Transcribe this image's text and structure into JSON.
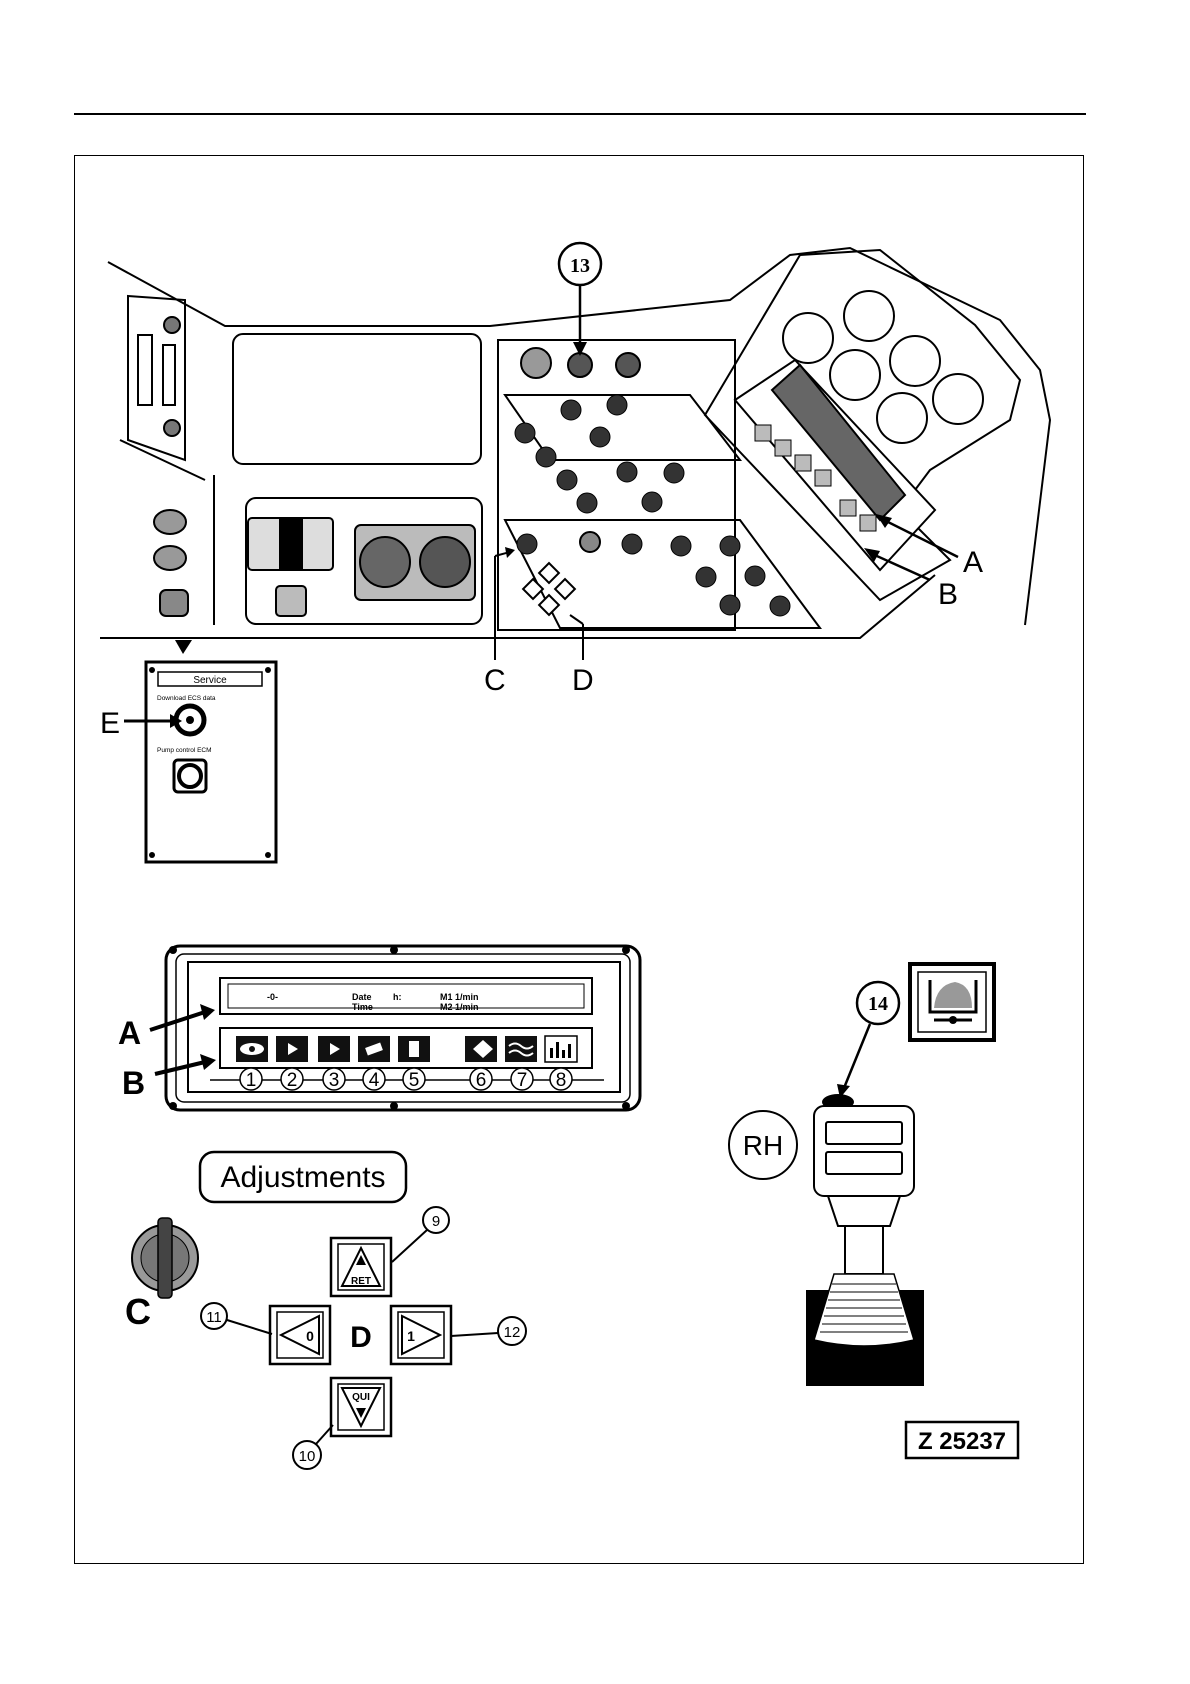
{
  "figure_id": "Z 25237",
  "callouts": {
    "n13": "13",
    "n14": "14",
    "A": "A",
    "B": "B",
    "C": "C",
    "D": "D",
    "E": "E"
  },
  "service_panel": {
    "title": "Service",
    "download_label": "Download ECS data",
    "pump_label": "Pump control ECM"
  },
  "display": {
    "line1_left": "-0-",
    "date_label": "Date",
    "time_label": "Time",
    "hours_label": "h:",
    "m1": "M1 1/min",
    "m2": "M2 1/min",
    "buttons": [
      "1",
      "2",
      "3",
      "4",
      "5",
      "6",
      "7",
      "8"
    ]
  },
  "adjustments": {
    "title": "Adjustments",
    "key_up": "RET",
    "key_down": "QUI",
    "key_left": "0",
    "key_right": "1",
    "center": "D",
    "n9": "9",
    "n10": "10",
    "n11": "11",
    "n12": "12"
  },
  "joystick": {
    "side": "RH"
  }
}
